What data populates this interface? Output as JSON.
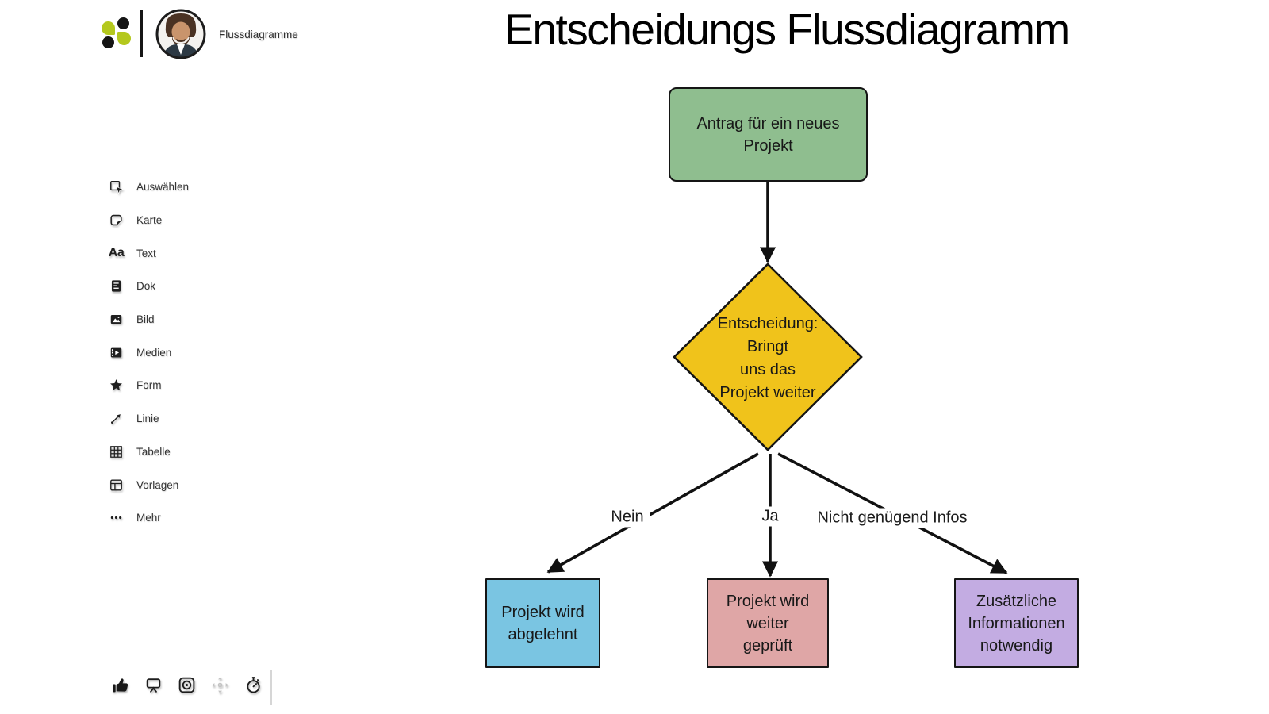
{
  "app": {
    "board_title": "Flussdiagramme",
    "logo_color_green": "#B4C81E",
    "logo_color_black": "#151515"
  },
  "sidebar": {
    "items": [
      {
        "label": "Auswählen",
        "icon": "select-icon"
      },
      {
        "label": "Karte",
        "icon": "card-icon"
      },
      {
        "label": "Text",
        "icon": "text-icon",
        "icon_glyph": "Aa"
      },
      {
        "label": "Dok",
        "icon": "document-icon"
      },
      {
        "label": "Bild",
        "icon": "image-icon"
      },
      {
        "label": "Medien",
        "icon": "media-icon"
      },
      {
        "label": "Form",
        "icon": "shape-star-icon"
      },
      {
        "label": "Linie",
        "icon": "line-arrow-icon"
      },
      {
        "label": "Tabelle",
        "icon": "table-icon"
      },
      {
        "label": "Vorlagen",
        "icon": "templates-icon"
      },
      {
        "label": "Mehr",
        "icon": "more-ellipsis-icon"
      }
    ]
  },
  "footer_toolbar": {
    "items": [
      {
        "name": "reactions",
        "icon": "thumbs-up-icon"
      },
      {
        "name": "present",
        "icon": "presentation-icon"
      },
      {
        "name": "focus",
        "icon": "focus-target-icon"
      },
      {
        "name": "move",
        "icon": "move-arrows-icon",
        "disabled": true
      },
      {
        "name": "timer",
        "icon": "stopwatch-icon"
      }
    ]
  },
  "canvas": {
    "title": "Entscheidungs Flussdiagramm",
    "nodes": {
      "start": {
        "text": "Antrag für ein neues\nProjekt",
        "fill": "#8FBE8F",
        "shape": "rounded-rect"
      },
      "decision": {
        "text": "Entscheidung:\nBringt\nuns das\nProjekt weiter",
        "fill": "#F0C31B",
        "shape": "diamond"
      },
      "rejected": {
        "text": "Projekt wird\nabgelehnt",
        "fill": "#7AC5E2",
        "shape": "rect"
      },
      "review": {
        "text": "Projekt wird\nweiter\ngeprüft",
        "fill": "#DFA6A6",
        "shape": "rect"
      },
      "moreinfo": {
        "text": "Zusätzliche\nInformationen\nnotwendig",
        "fill": "#C3ACE2",
        "shape": "rect"
      }
    },
    "edge_labels": {
      "no": "Nein",
      "yes": "Ja",
      "insufficient": "Nicht genügend Infos"
    }
  }
}
